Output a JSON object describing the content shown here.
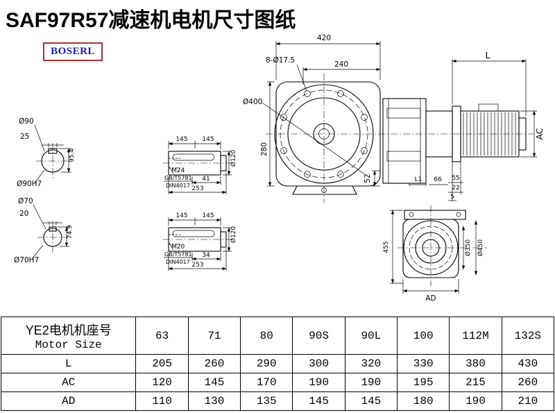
{
  "page": {
    "title": "SAF97R57减速机电机尺寸图纸",
    "logo_text": "BOSERL",
    "colors": {
      "logo_text": "#1b1bb0",
      "logo_border": "#b03030",
      "line": "#000000",
      "background": "#ffffff"
    }
  },
  "front_view": {
    "dim_width_total": "420",
    "dim_width_partial": "240",
    "bolt_holes": "8-Ø17.5",
    "flange_diameter": "Ø400",
    "dim_height": "280",
    "dim_52": "52"
  },
  "side_view": {
    "dim_L": "L",
    "dim_AC": "AC",
    "dim_L1": "L1",
    "dim_66": "66",
    "dim_55": "55",
    "dim_22": "22",
    "dim_5": "5"
  },
  "shaft_section_90": {
    "diameter": "Ø90",
    "key_width": "25",
    "height_over_key": "95.4",
    "bore": "Ø90H7"
  },
  "shaft_section_70": {
    "diameter": "Ø70",
    "key_width": "20",
    "height_over_key": "74.9",
    "bore": "Ø70H7"
  },
  "shaft_detail_top": {
    "dim_145_a": "145",
    "dim_145_b": "145",
    "diameter": "Ø120",
    "thread": "M24",
    "standard_1": "GB/T5781",
    "standard_2": "DIN4017",
    "dim_41": "41",
    "dim_253": "253"
  },
  "shaft_detail_bottom": {
    "dim_145_a": "145",
    "dim_145_b": "145",
    "diameter": "Ø120",
    "thread": "M20",
    "standard_1": "GB/T5781",
    "standard_2": "DIN4017",
    "dim_34": "34",
    "dim_253": "253"
  },
  "output_view": {
    "dim_455": "455",
    "dim_350": "Ø350",
    "dim_450": "Ø450",
    "dim_AD": "AD"
  },
  "table": {
    "header": {
      "line1": "YE2电机机座号",
      "line2": "Motor Size"
    },
    "columns": [
      "63",
      "71",
      "80",
      "90S",
      "90L",
      "100",
      "112M",
      "132S"
    ],
    "rows": [
      {
        "label": "L",
        "values": [
          "205",
          "260",
          "290",
          "300",
          "320",
          "330",
          "380",
          "430"
        ]
      },
      {
        "label": "AC",
        "values": [
          "120",
          "145",
          "170",
          "190",
          "190",
          "195",
          "215",
          "260"
        ]
      },
      {
        "label": "AD",
        "values": [
          "110",
          "130",
          "135",
          "145",
          "145",
          "180",
          "190",
          "210"
        ]
      }
    ]
  }
}
